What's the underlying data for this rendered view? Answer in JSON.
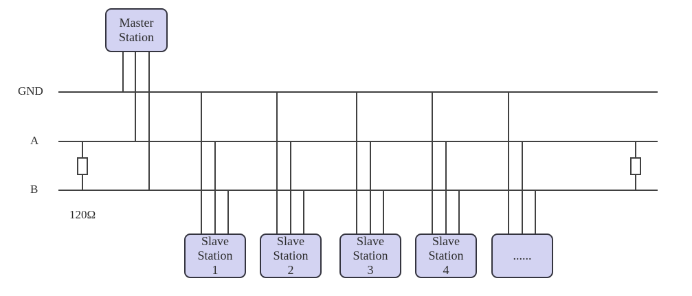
{
  "diagram": {
    "type": "bus-topology-wiring-diagram",
    "background": "#ffffff"
  },
  "colors": {
    "wire": "#404040",
    "node_fill": "#d3d3f2",
    "node_border": "#34343f",
    "text": "#2b2b2b"
  },
  "bus": {
    "gnd_label": "GND",
    "a_label": "A",
    "b_label": "B"
  },
  "termination_resistor": {
    "value_label": "120Ω"
  },
  "master_station": {
    "label": "Master\nStation"
  },
  "slave_stations": [
    {
      "label": "Slave\nStation\n1"
    },
    {
      "label": "Slave\nStation\n2"
    },
    {
      "label": "Slave\nStation\n3"
    },
    {
      "label": "Slave\nStation\n4"
    },
    {
      "label": "......"
    }
  ]
}
